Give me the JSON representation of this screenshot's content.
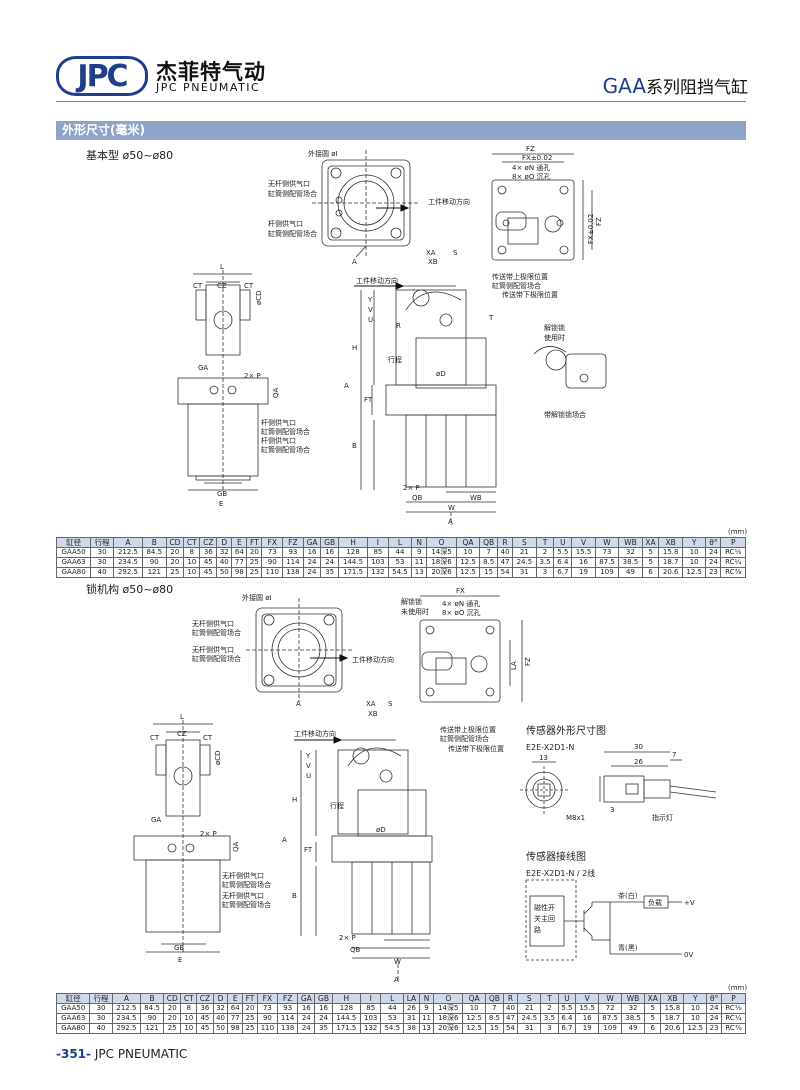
{
  "header": {
    "logo_mark": "JPC",
    "logo_cn": "杰菲特气动",
    "logo_en": "JPC PNEUMATIC",
    "series_code": "GAA",
    "series_title": "系列阻挡气缸"
  },
  "section": {
    "title": "外形尺寸(毫米)"
  },
  "basic": {
    "subtitle": "基本型 ø50~ø80",
    "labels": {
      "outer_circle": "外接圆 øI",
      "rodless_port": "无杆侧供气口",
      "rodless_pipe": "缸筒侧配管场合",
      "rod_port": "杆侧供气口",
      "rod_pipe": "缸筒侧配管场合",
      "work_dir": "工件移动方向",
      "upper_limit": "传送带上极限位置",
      "barrel_pipe": "缸筒侧配管场合",
      "lower_limit": "传送带下极限位置",
      "release_lock": "解锁锁",
      "in_use": "使用时",
      "with_release": "带解锁锁场合",
      "rod_port2": "杆侧供气口",
      "barrel_pipe2": "缸筒侧配管场合",
      "rod_port3": "杆侧供气口",
      "barrel_pipe3": "缸筒侧配管场合",
      "stroke": "行程",
      "fz": "FZ",
      "fx": "FX±0.02",
      "holes_n": "4× øN 通孔",
      "holes_o": "8× øO 沉孔",
      "fx_v": "FX±0.02",
      "fz_v": "FZ",
      "l": "L",
      "ct": "CT",
      "cz": "CZ",
      "cd": "øCD",
      "ga": "GA",
      "p": "2× P",
      "qa": "QA",
      "gb": "GB",
      "e": "E",
      "a": "A",
      "a2": "A",
      "xa": "XA",
      "xb": "XB",
      "s": "S",
      "y": "Y",
      "v": "V",
      "u": "U",
      "r": "R",
      "t": "T",
      "h": "H",
      "d": "øD",
      "ft": "FT",
      "b": "B",
      "p2": "2× P",
      "qb": "QB",
      "wb": "WB",
      "w": "W",
      "a3": "A"
    }
  },
  "table_headers": [
    "缸径",
    "行程",
    "A",
    "B",
    "CD",
    "CT",
    "CZ",
    "D",
    "E",
    "FT",
    "FX",
    "FZ",
    "GA",
    "GB",
    "H",
    "I",
    "L",
    "N",
    "O",
    "QA",
    "QB",
    "R",
    "S",
    "T",
    "U",
    "V",
    "W",
    "WB",
    "XA",
    "XB",
    "Y",
    "θ°",
    "P"
  ],
  "table1": [
    [
      "GAA50",
      "30",
      "212.5",
      "84.5",
      "20",
      "8",
      "36",
      "32",
      "64",
      "20",
      "73",
      "93",
      "16",
      "16",
      "128",
      "85",
      "44",
      "9",
      "14深5",
      "10",
      "7",
      "40",
      "21",
      "2",
      "5.5",
      "15.5",
      "73",
      "32",
      "5",
      "15.8",
      "10",
      "24",
      "RC⅛"
    ],
    [
      "GAA63",
      "30",
      "234.5",
      "90",
      "20",
      "10",
      "45",
      "40",
      "77",
      "25",
      "90",
      "114",
      "24",
      "24",
      "144.5",
      "103",
      "53",
      "11",
      "18深6",
      "12.5",
      "8.5",
      "47",
      "24.5",
      "3.5",
      "6.4",
      "16",
      "87.5",
      "38.5",
      "5",
      "18.7",
      "10",
      "24",
      "RC¼"
    ],
    [
      "GAA80",
      "40",
      "292.5",
      "121",
      "25",
      "10",
      "45",
      "50",
      "98",
      "25",
      "110",
      "138",
      "24",
      "35",
      "171.5",
      "132",
      "54.5",
      "13",
      "20深6",
      "12.5",
      "15",
      "54",
      "31",
      "3",
      "6.7",
      "19",
      "109",
      "49",
      "6",
      "20.6",
      "12.5",
      "23",
      "RC⅜"
    ]
  ],
  "lock": {
    "subtitle": "锁机构 ø50~ø80",
    "labels": {
      "outer_circle": "外接圆 øI",
      "rodless_port": "无杆侧供气口",
      "rodless_pipe": "缸筒侧配管场合",
      "rodless_port2": "无杆侧供气口",
      "rodless_pipe2": "缸筒侧配管场合",
      "release_lock": "解锁锁",
      "not_in_use": "未使用时",
      "work_dir": "工件移动方向",
      "work_dir2": "工件移动方向",
      "upper_limit": "传送带上极限位置",
      "barrel_pipe": "缸筒侧配管场合",
      "lower_limit": "传送带下极限位置",
      "rodless_port3": "无杆侧供气口",
      "rodless_pipe3": "缸筒侧配管场合",
      "rodless_port4": "无杆侧供气口",
      "rodless_pipe4": "缸筒侧配管场合",
      "stroke": "行程",
      "fx": "FX",
      "holes_n": "4× øN 通孔",
      "holes_o": "8× øO 沉孔",
      "la": "LA",
      "fz": "FZ",
      "l": "L",
      "ct": "CT",
      "cz": "CZ",
      "cd": "øCD",
      "ga": "GA",
      "p": "2× P",
      "qa": "QA",
      "gb": "GB",
      "e": "E",
      "a": "A",
      "a2": "A",
      "xa": "XA",
      "xb": "XB",
      "s": "S",
      "y": "Y",
      "v": "V",
      "u": "U",
      "h": "H",
      "d": "øD",
      "ft": "FT",
      "b": "B",
      "p2": "2× P",
      "qb": "QB",
      "w": "W",
      "a3": "A"
    }
  },
  "sensor": {
    "dim_title": "传感器外形尺寸图",
    "dim_model": "E2E-X2D1-N",
    "dims": {
      "d13": "13",
      "d30": "30",
      "d7": "7",
      "d26": "26",
      "d3": "3",
      "m8": "M8x1",
      "indicator": "指示灯"
    },
    "wiring_title": "传感器接线图",
    "wiring_model": "E2E-X2D1-N / 2线",
    "wiring": {
      "circuit": [
        "磁性开",
        "关主回",
        "路"
      ],
      "brown": "茶(白)",
      "load": "负载",
      "plus_v": "+V",
      "blue": "青(黑)",
      "zero_v": "0V"
    }
  },
  "table2_headers": [
    "缸径",
    "行程",
    "A",
    "B",
    "CD",
    "CT",
    "CZ",
    "D",
    "E",
    "FT",
    "FX",
    "FZ",
    "GA",
    "GB",
    "H",
    "I",
    "L",
    "LA",
    "N",
    "O",
    "QA",
    "QB",
    "R",
    "S",
    "T",
    "U",
    "V",
    "W",
    "WB",
    "XA",
    "XB",
    "Y",
    "θ°",
    "P"
  ],
  "table2": [
    [
      "GAA50",
      "30",
      "212.5",
      "84.5",
      "20",
      "8",
      "36",
      "32",
      "64",
      "20",
      "73",
      "93",
      "16",
      "16",
      "128",
      "85",
      "44",
      "26",
      "9",
      "14深5",
      "10",
      "7",
      "40",
      "21",
      "2",
      "5.5",
      "15.5",
      "72",
      "32",
      "5",
      "15.8",
      "10",
      "24",
      "RC⅛"
    ],
    [
      "GAA63",
      "30",
      "234.5",
      "90",
      "20",
      "10",
      "45",
      "40",
      "77",
      "25",
      "90",
      "114",
      "24",
      "24",
      "144.5",
      "103",
      "53",
      "31",
      "11",
      "18深6",
      "12.5",
      "8.5",
      "47",
      "24.5",
      "3.5",
      "6.4",
      "16",
      "87.5",
      "38.5",
      "5",
      "18.7",
      "10",
      "24",
      "RC¼"
    ],
    [
      "GAA80",
      "40",
      "292.5",
      "121",
      "25",
      "10",
      "45",
      "50",
      "98",
      "25",
      "110",
      "138",
      "24",
      "35",
      "171.5",
      "132",
      "54.5",
      "38",
      "13",
      "20深6",
      "12.5",
      "15",
      "54",
      "31",
      "3",
      "6.7",
      "19",
      "109",
      "49",
      "6",
      "20.6",
      "12.5",
      "23",
      "RC⅜"
    ]
  ],
  "units": "(mm)",
  "footer": {
    "page": "-351-",
    "brand": "JPC PNEUMATIC"
  }
}
